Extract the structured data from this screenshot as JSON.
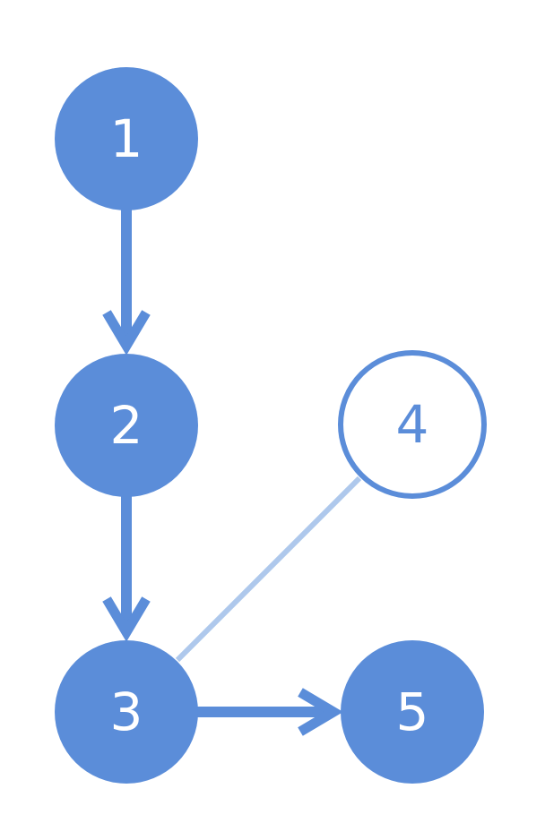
{
  "colors": {
    "primary": "#5b8dd9",
    "faint_edge": "#aec8ec",
    "text_on_fill": "#ffffff",
    "background": "#ffffff"
  },
  "nodes": [
    {
      "id": "1",
      "label": "1",
      "filled": true
    },
    {
      "id": "2",
      "label": "2",
      "filled": true
    },
    {
      "id": "3",
      "label": "3",
      "filled": true
    },
    {
      "id": "4",
      "label": "4",
      "filled": false
    },
    {
      "id": "5",
      "label": "5",
      "filled": true
    }
  ],
  "edges": [
    {
      "from": "1",
      "to": "2",
      "directed": true,
      "style": "solid"
    },
    {
      "from": "2",
      "to": "3",
      "directed": true,
      "style": "solid"
    },
    {
      "from": "3",
      "to": "5",
      "directed": true,
      "style": "solid"
    },
    {
      "from": "3",
      "to": "4",
      "directed": false,
      "style": "faint"
    }
  ]
}
